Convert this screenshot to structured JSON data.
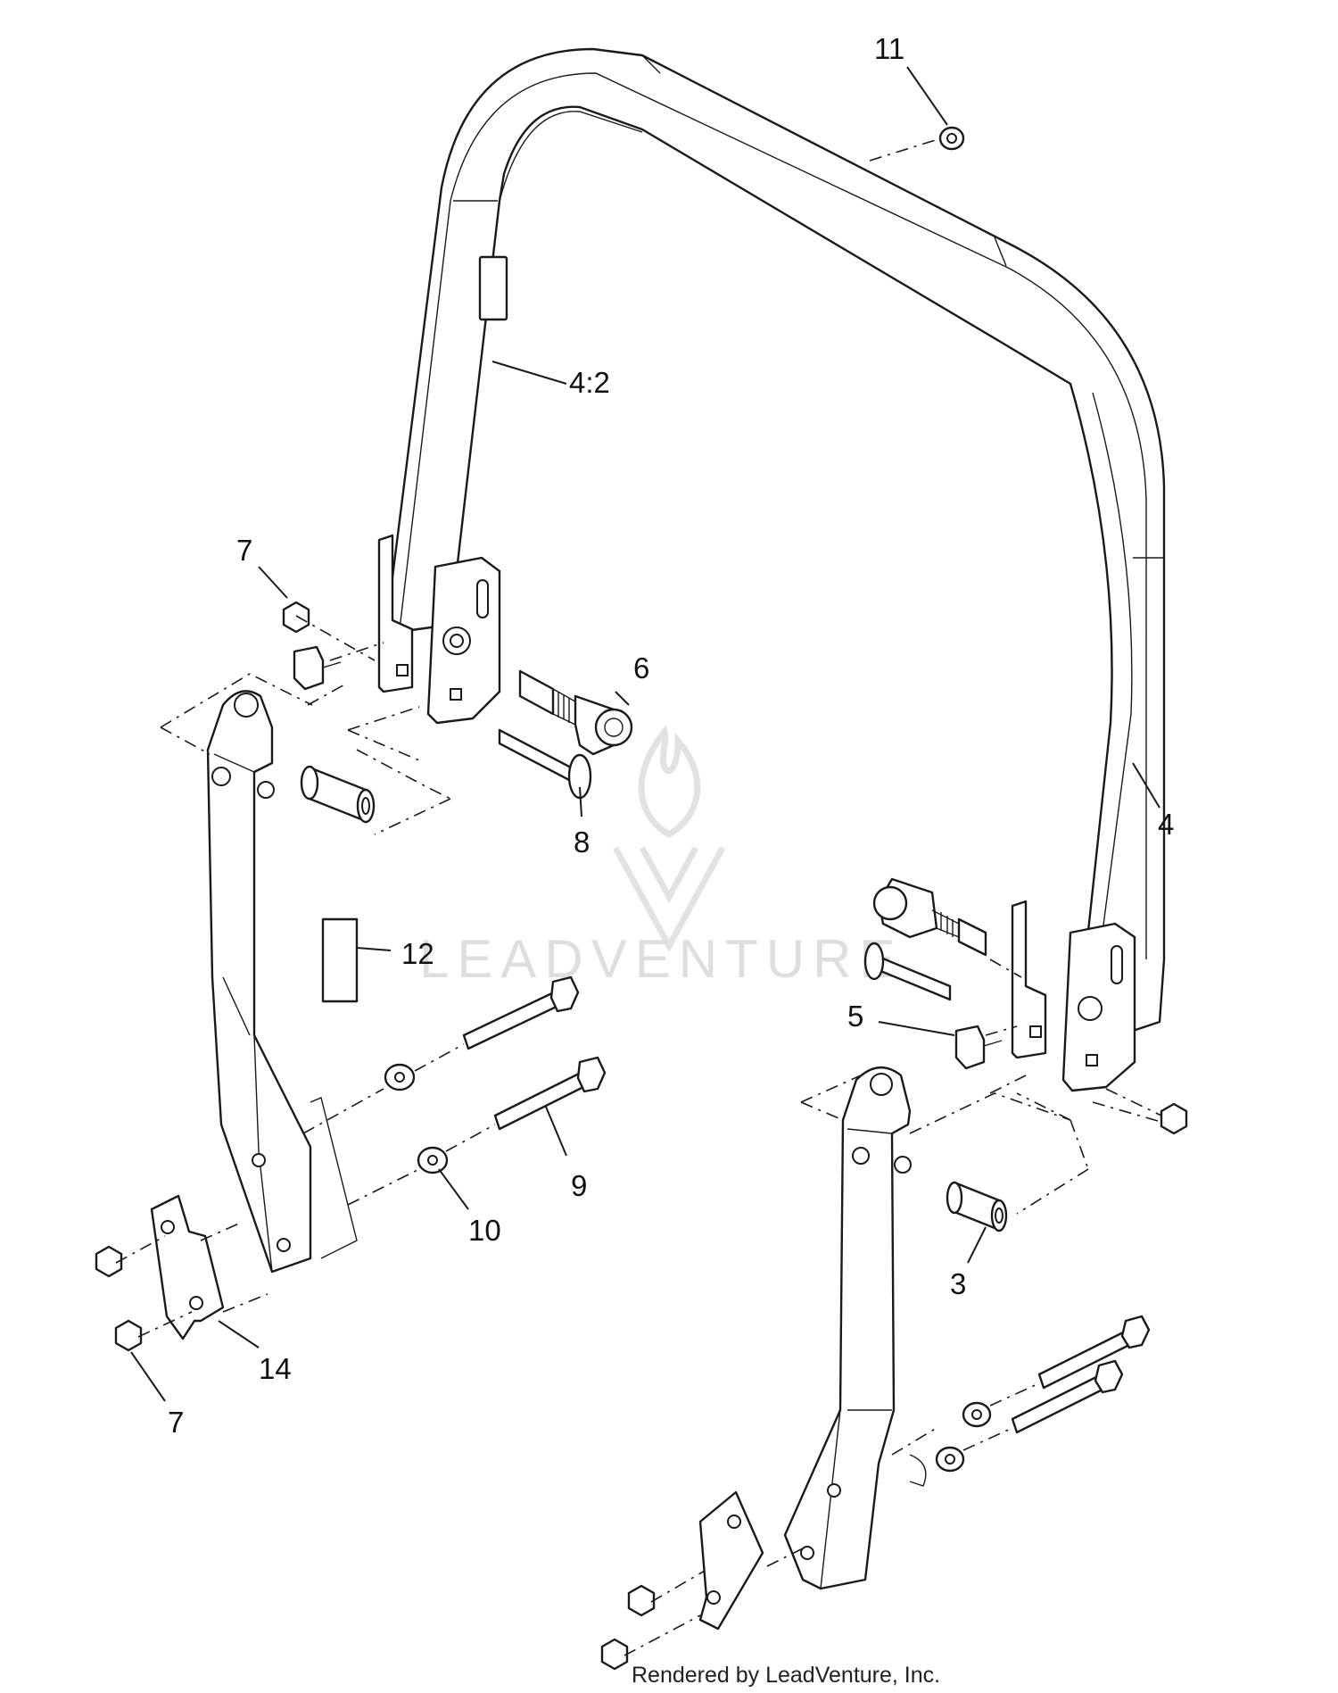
{
  "watermark": {
    "text": "LEADVENTURE"
  },
  "credit": "Rendered by LeadVenture, Inc.",
  "callouts": [
    {
      "label": "11"
    },
    {
      "label": "4:2"
    },
    {
      "label": "7"
    },
    {
      "label": "6"
    },
    {
      "label": "8"
    },
    {
      "label": "4"
    },
    {
      "label": "12"
    },
    {
      "label": "5"
    },
    {
      "label": "9"
    },
    {
      "label": "10"
    },
    {
      "label": "3"
    },
    {
      "label": "14"
    },
    {
      "label": "7"
    }
  ]
}
